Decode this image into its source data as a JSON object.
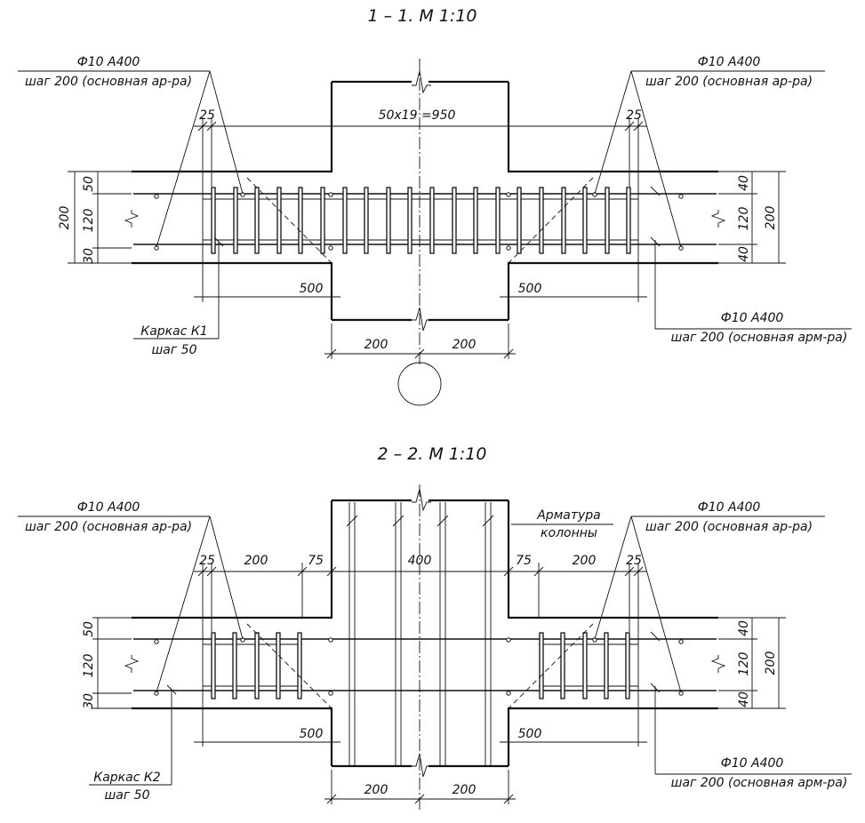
{
  "section1": {
    "title": "1 – 1. М 1:10",
    "rebar_top_left": {
      "line1": "Ф10 А400",
      "line2": "шаг 200 (основная ар-ра)"
    },
    "rebar_top_right": {
      "line1": "Ф10 А400",
      "line2": "шаг 200 (основная ар-ра)"
    },
    "rebar_bottom_right": {
      "line1": "Ф10 А400",
      "line2": "шаг 200 (основная арм-ра)"
    },
    "frame": {
      "line1": "Каркас К1",
      "line2": "шаг 50"
    },
    "dims": {
      "cover_left": "25",
      "cover_right": "25",
      "spacing": "50х19 =950",
      "left_50": "50",
      "left_120": "120",
      "left_30": "30",
      "left_200": "200",
      "right_40_top": "40",
      "right_120": "120",
      "right_40_bottom": "40",
      "right_200": "200",
      "len_left": "500",
      "len_right": "500",
      "col_left": "200",
      "col_right": "200"
    }
  },
  "section2": {
    "title": "2 – 2. М 1:10",
    "rebar_top_left": {
      "line1": "Ф10 А400",
      "line2": "шаг 200 (основная ар-ра)"
    },
    "rebar_top_right": {
      "line1": "Ф10 А400",
      "line2": "шаг 200 (основная ар-ра)"
    },
    "rebar_bottom_right": {
      "line1": "Ф10 А400",
      "line2": "шаг 200 (основная арм-ра)"
    },
    "column_rebar": {
      "line1": "Арматура",
      "line2": "колонны"
    },
    "frame": {
      "line1": "Каркас К2",
      "line2": "шаг 50"
    },
    "dims": {
      "cover_left": "25",
      "d200_left": "200",
      "d75_left": "75",
      "d400": "400",
      "d75_right": "75",
      "d200_right": "200",
      "cover_right": "25",
      "left_50": "50",
      "left_120": "120",
      "left_30": "30",
      "right_40_top": "40",
      "right_120": "120",
      "right_40_bottom": "40",
      "right_200": "200",
      "len_left": "500",
      "len_right": "500",
      "col_left": "200",
      "col_right": "200"
    }
  }
}
